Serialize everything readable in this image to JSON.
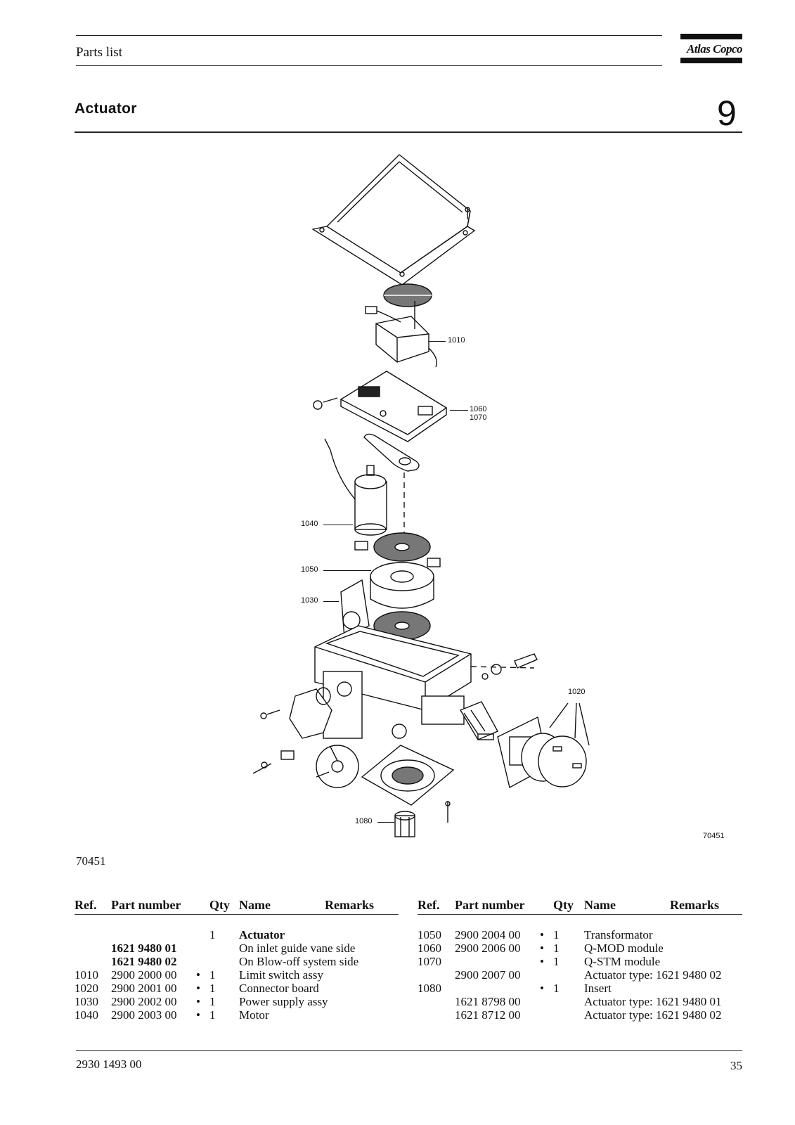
{
  "header": {
    "section": "Parts list",
    "brand": "Atlas Copco"
  },
  "title": "Actuator",
  "chapter_number": "9",
  "figure": {
    "figure_number": "70451",
    "caption": "70451",
    "callouts": [
      "1010",
      "1060",
      "1070",
      "1040",
      "1050",
      "1030",
      "1020",
      "1080"
    ]
  },
  "table_headers": {
    "ref": "Ref.",
    "part_number": "Part number",
    "qty": "Qty",
    "name": "Name",
    "remarks": "Remarks"
  },
  "left_rows": [
    {
      "ref": "",
      "part": "",
      "bullet": "",
      "qty": "1",
      "name": "Actuator",
      "remarks": "",
      "bold_name": true
    },
    {
      "ref": "",
      "part": "1621 9480 01",
      "bullet": "",
      "qty": "",
      "name": "On inlet guide vane side",
      "remarks": "",
      "bold_part": true
    },
    {
      "ref": "",
      "part": "1621 9480 02",
      "bullet": "",
      "qty": "",
      "name": "On Blow-off system side",
      "remarks": "",
      "bold_part": true
    },
    {
      "ref": "1010",
      "part": "2900 2000 00",
      "bullet": "•",
      "qty": "1",
      "name": "Limit switch assy",
      "remarks": ""
    },
    {
      "ref": "1020",
      "part": "2900 2001 00",
      "bullet": "•",
      "qty": "1",
      "name": "Connector board",
      "remarks": ""
    },
    {
      "ref": "1030",
      "part": "2900 2002 00",
      "bullet": "•",
      "qty": "1",
      "name": "Power supply assy",
      "remarks": ""
    },
    {
      "ref": "1040",
      "part": "2900 2003 00",
      "bullet": "•",
      "qty": "1",
      "name": "Motor",
      "remarks": ""
    }
  ],
  "right_rows": [
    {
      "ref": "1050",
      "part": "2900 2004 00",
      "bullet": "•",
      "qty": "1",
      "name": "Transformator"
    },
    {
      "ref": "1060",
      "part": "2900 2006 00",
      "bullet": "•",
      "qty": "1",
      "name": "Q-MOD module"
    },
    {
      "ref": "1070",
      "part": "",
      "bullet": "•",
      "qty": "1",
      "name": "Q-STM module"
    },
    {
      "ref": "",
      "part": "2900 2007 00",
      "bullet": "",
      "qty": "",
      "name": "Actuator type: 1621 9480 02"
    },
    {
      "ref": "1080",
      "part": "",
      "bullet": "•",
      "qty": "1",
      "name": "Insert"
    },
    {
      "ref": "",
      "part": "1621 8798 00",
      "bullet": "",
      "qty": "",
      "name": "Actuator type: 1621 9480 01"
    },
    {
      "ref": "",
      "part": "1621 8712 00",
      "bullet": "",
      "qty": "",
      "name": "Actuator type: 1621 9480 02"
    }
  ],
  "footer": {
    "doc_number": "2930 1493 00",
    "page_number": "35"
  }
}
